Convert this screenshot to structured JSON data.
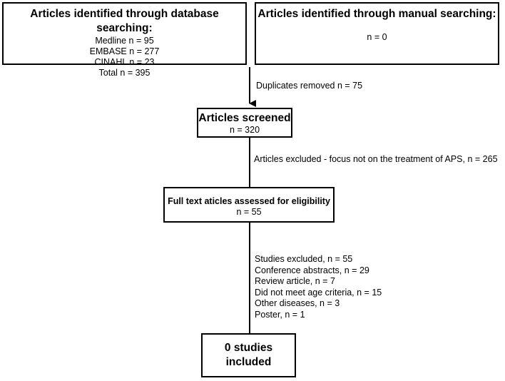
{
  "database_box": {
    "title": "Articles identified through database searching:",
    "lines": [
      "Medline n = 95",
      "EMBASE n = 277",
      "CINAHL n = 23",
      "Total n = 395"
    ]
  },
  "manual_box": {
    "title": "Articles identified through manual searching:",
    "count": "n = 0"
  },
  "duplicates_note": "Duplicates removed n = 75",
  "screened_box": {
    "title": "Articles screened",
    "count": "n = 320"
  },
  "excluded_note": "Articles excluded - focus not on the treatment of APS, n = 265",
  "eligibility_box": {
    "title": "Full text aticles assessed for eligibility",
    "count": "n = 55"
  },
  "studies_excluded": {
    "lines": [
      "Studies excluded, n = 55",
      "Conference abstracts, n = 29",
      "Review article, n = 7",
      "Did not meet age criteria, n = 15",
      "Other diseases, n = 3",
      "Poster, n = 1"
    ]
  },
  "included_box": {
    "title": "0 studies included"
  }
}
